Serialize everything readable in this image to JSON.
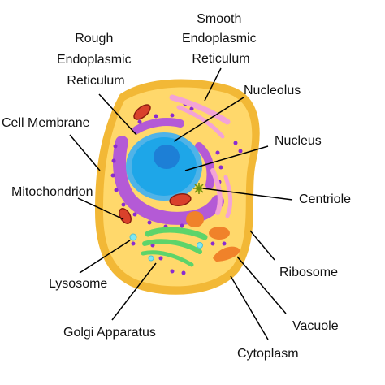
{
  "labels": {
    "rough_er": [
      "Rough",
      "Endoplasmic",
      "Reticulum"
    ],
    "smooth_er": [
      "Smooth",
      "Endoplasmic",
      "Reticulum"
    ],
    "nucleolus": "Nucleolus",
    "nucleus": "Nucleus",
    "cell_membrane": "Cell Membrane",
    "mitochondrion": "Mitochondrion",
    "centriole": "Centriole",
    "ribosome": "Ribosome",
    "lysosome": "Lysosome",
    "vacuole": "Vacuole",
    "golgi": "Golgi Apparatus",
    "cytoplasm": "Cytoplasm"
  },
  "colors": {
    "cell_membrane": "#f2b836",
    "cytoplasm": "#ffd86b",
    "nucleus_envelope": "#4fb3e8",
    "nucleus": "#1ea6e8",
    "nucleolus": "#1d7fd6",
    "rough_er": "#b45ad6",
    "ribosome": "#8a2bd0",
    "smooth_er": "#f3a3d6",
    "mitochondrion": "#d9412b",
    "golgi": "#5cd46a",
    "vacuole": "#f0822a",
    "lysosome": "#7fe6f2",
    "centriole": "#a8c81a",
    "leader": "#000000"
  }
}
